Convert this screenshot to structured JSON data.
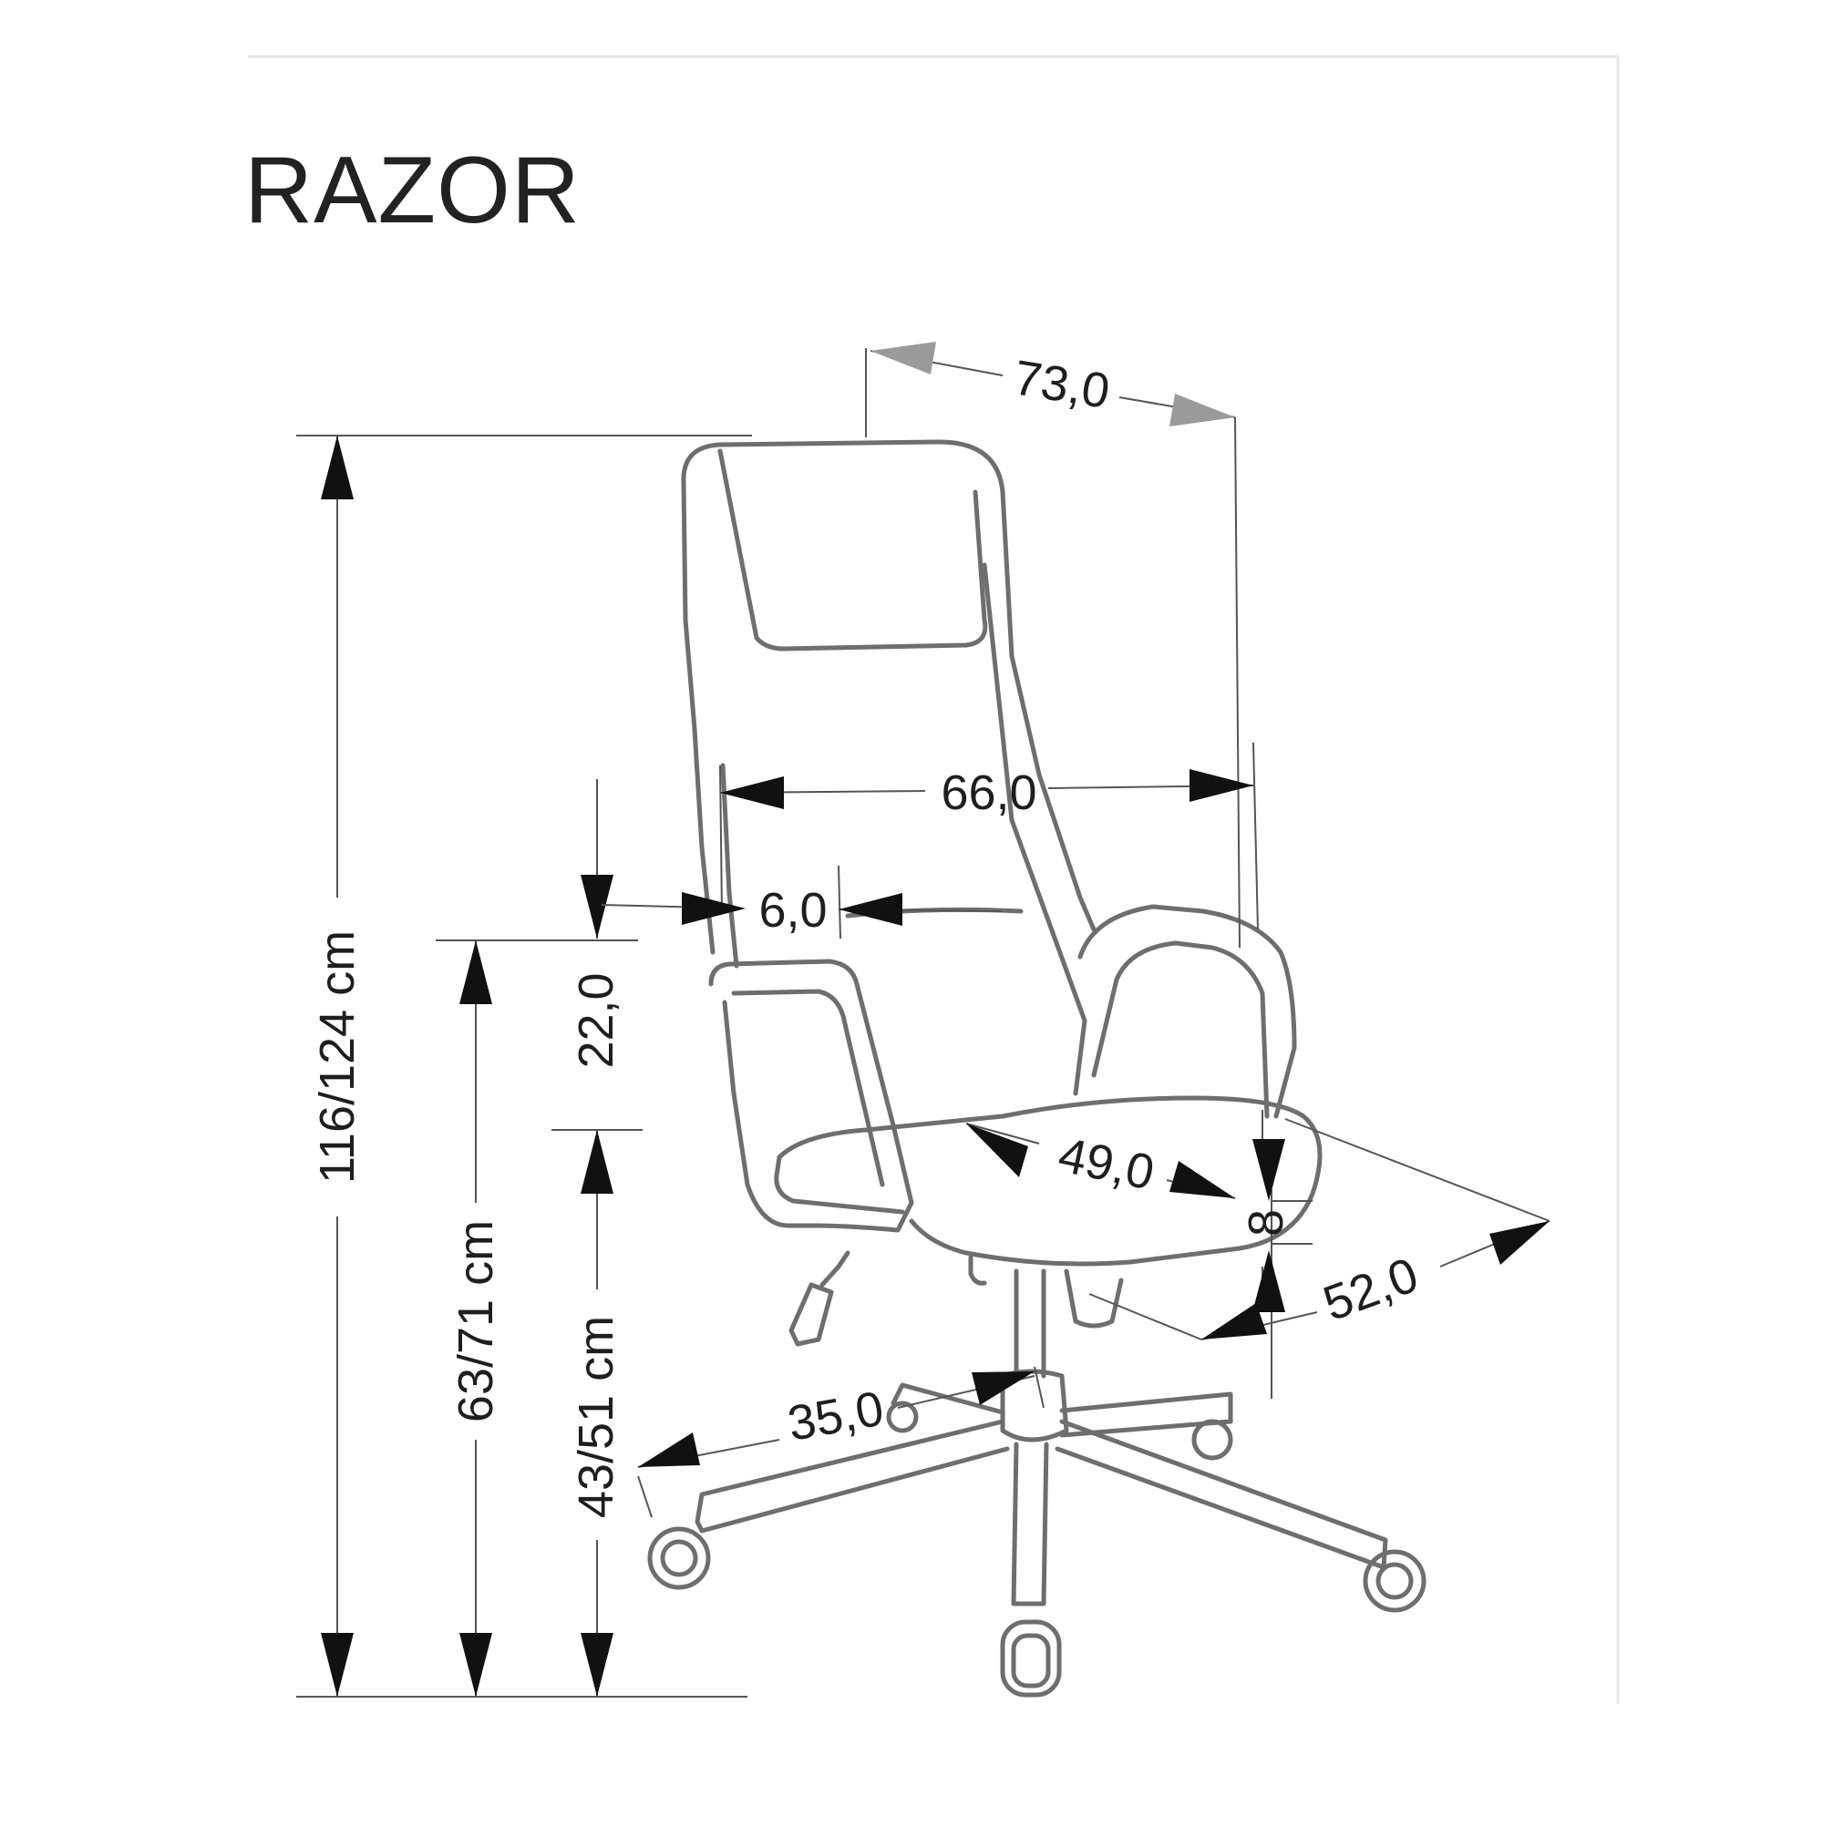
{
  "title": "RAZOR",
  "dimensions": {
    "total_height": "116/124 cm",
    "armrest_height": "63/71 cm",
    "seat_height": "43/51 cm",
    "back_height": "22,0",
    "total_width": "73,0",
    "seat_width": "66,0",
    "armrest_width": "6,0",
    "seat_depth_inner": "49,0",
    "seat_depth": "52,0",
    "seat_thickness": "8",
    "base_radius": "35,0"
  },
  "colors": {
    "outline": "#6e6e6e",
    "arrow_dark": "#111111",
    "arrow_grey": "#9a9a9a",
    "text": "#1e1e1e"
  }
}
